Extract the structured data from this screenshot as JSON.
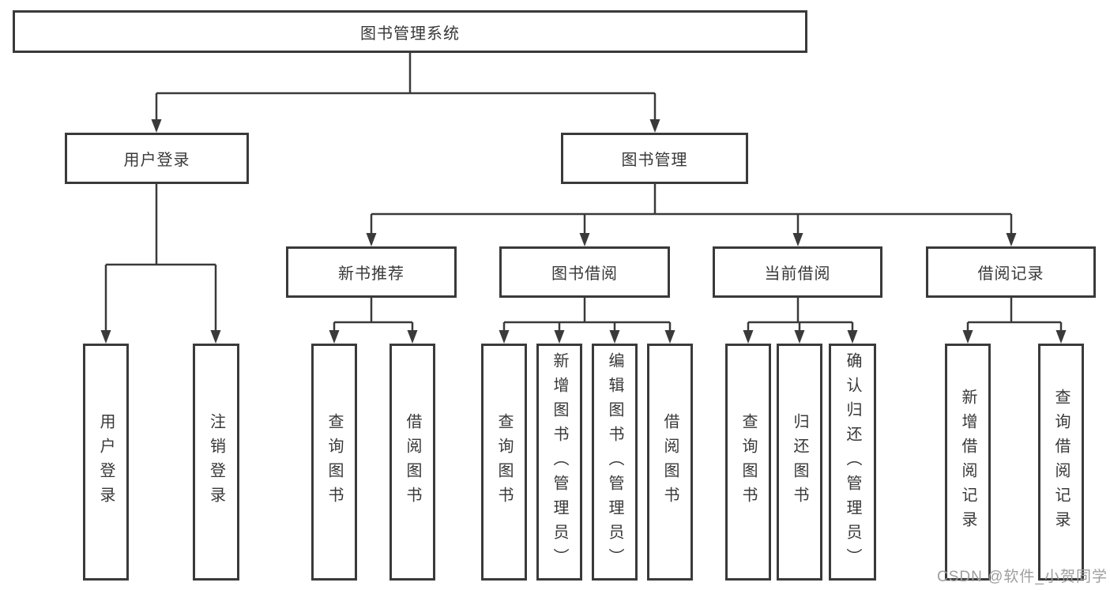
{
  "watermark": "CSDN @软件_小贺同学",
  "colors": {
    "line": "#3a3a3a",
    "text": "#383838",
    "watermark": "#9e9e9e",
    "background": "#ffffff"
  },
  "tree": {
    "label": "图书管理系统",
    "children": [
      {
        "label": "用户登录",
        "children": [
          {
            "label": "用户登录"
          },
          {
            "label": "注销登录"
          }
        ]
      },
      {
        "label": "图书管理",
        "children": [
          {
            "label": "新书推荐",
            "children": [
              {
                "label": "查询图书"
              },
              {
                "label": "借阅图书"
              }
            ]
          },
          {
            "label": "图书借阅",
            "children": [
              {
                "label": "查询图书"
              },
              {
                "label": "新增图书（管理员）"
              },
              {
                "label": "编辑图书（管理员）"
              },
              {
                "label": "借阅图书"
              }
            ]
          },
          {
            "label": "当前借阅",
            "children": [
              {
                "label": "查询图书"
              },
              {
                "label": "归还图书"
              },
              {
                "label": "确认归还（管理员）"
              }
            ]
          },
          {
            "label": "借阅记录",
            "children": [
              {
                "label": "新增借阅记录"
              },
              {
                "label": "查询借阅记录"
              }
            ]
          }
        ]
      }
    ]
  }
}
